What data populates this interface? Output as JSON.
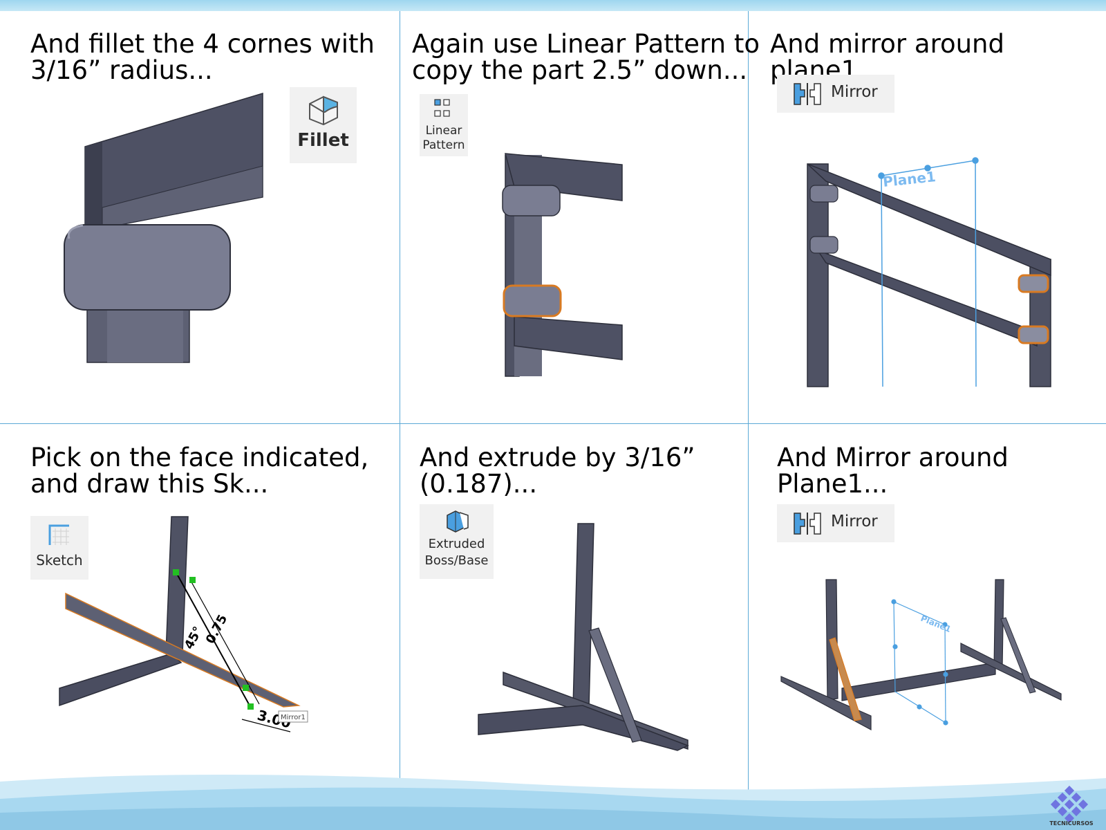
{
  "panels": [
    {
      "caption": "And fillet the 4 cornes with\n3/16” radius...",
      "tool": "Fillet"
    },
    {
      "caption": "Again use Linear Pattern to\ncopy the part 2.5” down...",
      "tool": "Linear\nPattern"
    },
    {
      "caption": "And mirror around plane1...",
      "tool": "Mirror",
      "plane_label": "Plane1"
    },
    {
      "caption": "Pick on the face indicated,\nand draw this Sk...",
      "tool": "Sketch",
      "dims": {
        "angle": "45°",
        "offset": "0.75",
        "length": "3.00",
        "tag": "Mirror1"
      }
    },
    {
      "caption": "And extrude by 3/16”\n(0.187)...",
      "tool": "Extruded\nBoss/Base"
    },
    {
      "caption": "And Mirror around\nPlane1...",
      "tool": "Mirror",
      "plane_label": "Plane1"
    }
  ],
  "brand": "TECNICURSOS",
  "colors": {
    "steel": "#5c5f73",
    "steel_light": "#7e8196",
    "steel_dark": "#3e4152",
    "highlight": "#d87a22",
    "plane": "#4a9fe0",
    "sketch_green": "#22c022",
    "divider": "#5aa9d6",
    "footer": "#a8d8f0"
  }
}
